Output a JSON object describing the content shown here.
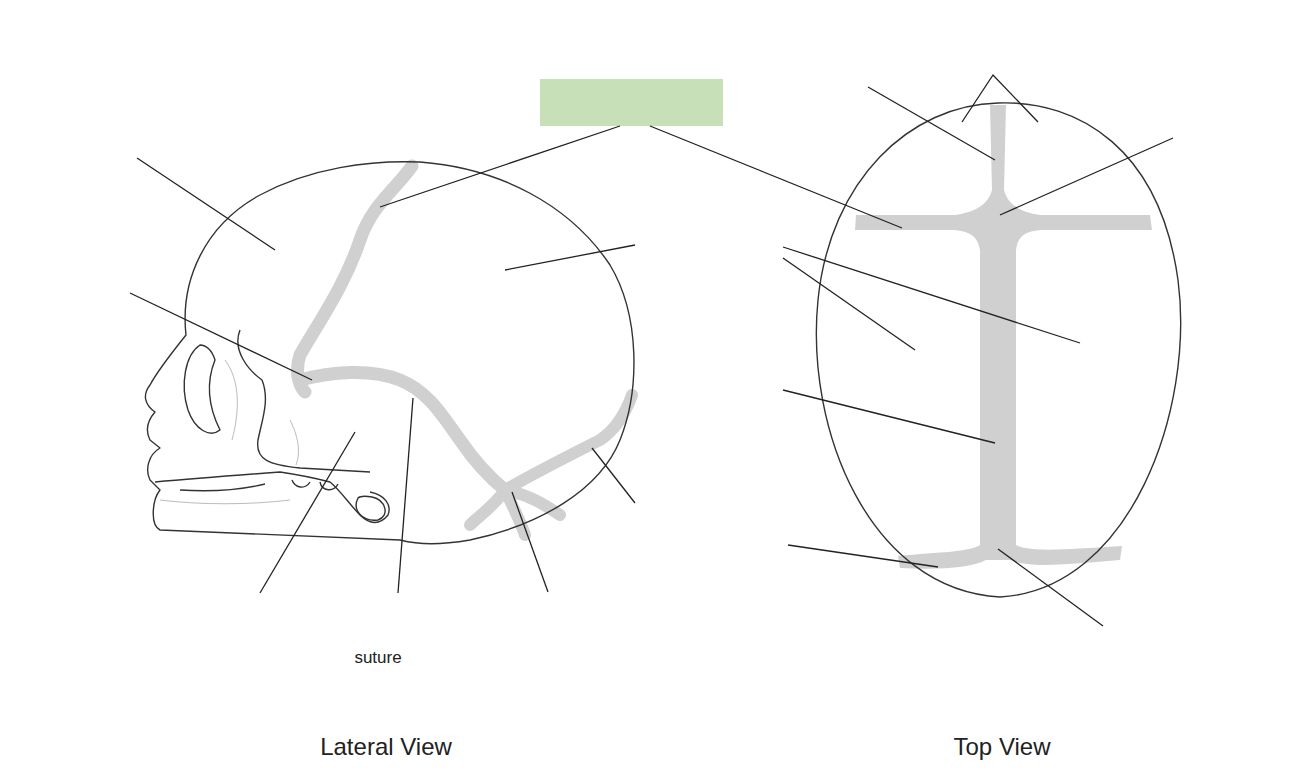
{
  "diagram": {
    "labels": [
      "suture",
      "Lateral View",
      "Top View"
    ]
  }
}
